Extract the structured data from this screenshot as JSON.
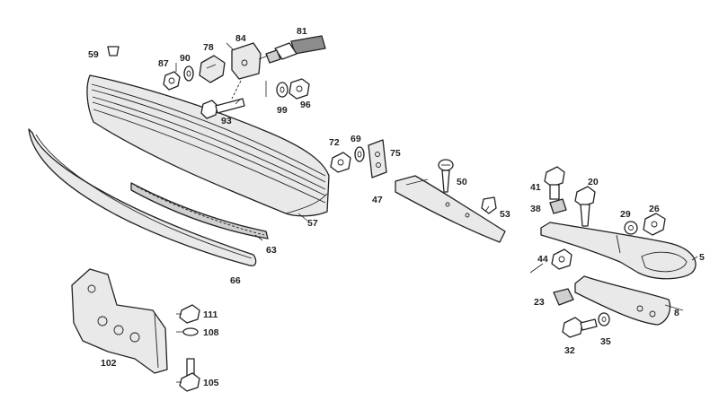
{
  "figure": {
    "background": "#ffffff",
    "line_color": "#222222"
  },
  "callouts": {
    "c59": "59",
    "c87": "87",
    "c90": "90",
    "c78": "78",
    "c84": "84",
    "c81": "81",
    "c93": "93",
    "c99": "99",
    "c96": "96",
    "c72": "72",
    "c69": "69",
    "c75": "75",
    "c50": "50",
    "c47": "47",
    "c53": "53",
    "c57": "57",
    "c63": "63",
    "c66": "66",
    "c41": "41",
    "c20": "20",
    "c38": "38",
    "c29": "29",
    "c26": "26",
    "c44": "44",
    "c5": "5",
    "c23": "23",
    "c8": "8",
    "c32": "32",
    "c35": "35",
    "c111": "111",
    "c108": "108",
    "c102": "102",
    "c105": "105"
  }
}
